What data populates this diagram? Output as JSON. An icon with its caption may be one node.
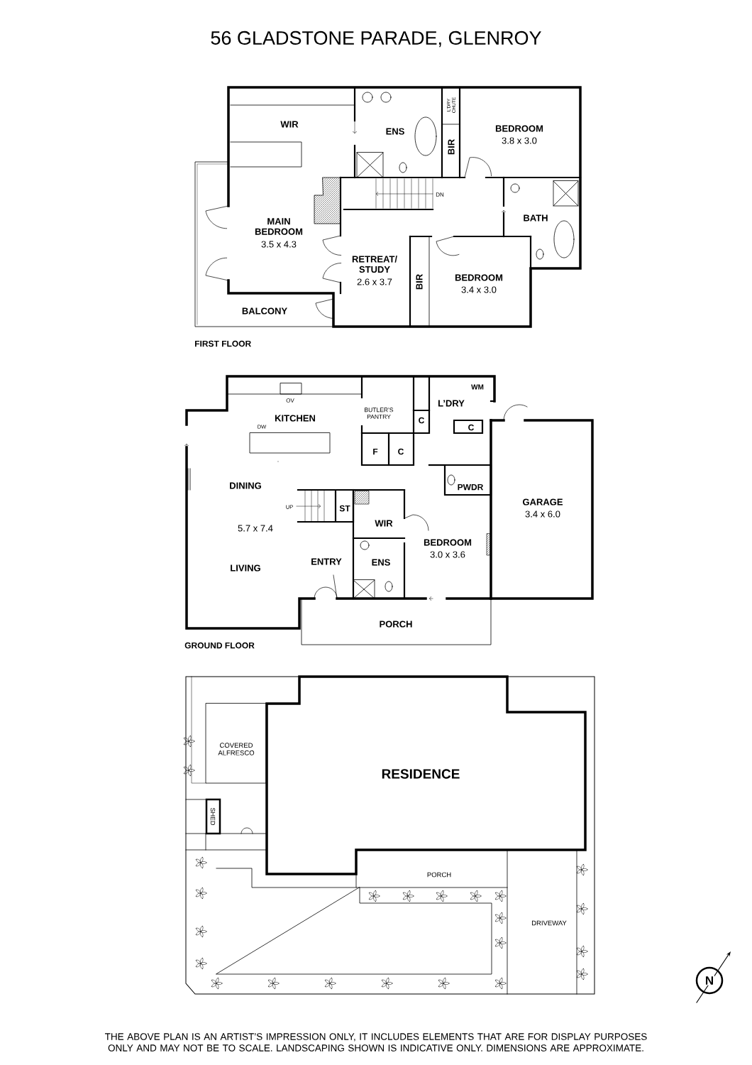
{
  "diagram": {
    "title": "56 GLADSTONE PARADE, GLENROY",
    "caption": "THE ABOVE PLAN IS AN ARTIST’S IMPRESSION ONLY, IT INCLUDES ELEMENTS THAT ARE FOR DISPLAY PURPOSES ONLY AND MAY NOT BE TO SCALE. LANDSCAPING SHOWN IS INDICATIVE ONLY. DIMENSIONS ARE APPROXIMATE.",
    "labels": [
      "WIR",
      "ENS",
      "L’DRY CHUTE",
      "BEDROOM",
      "3.8 x 3.0",
      "BIR",
      "DN",
      "MAIN BEDROOM",
      "3.5 x 4.3",
      "BATH",
      "RETREAT/ STUDY",
      "2.6 x 3.7",
      "BIR",
      "BEDROOM",
      "3.4 x 3.0",
      "BALCONY",
      "FIRST FLOOR",
      "OV",
      "WM",
      "KITCHEN",
      "BUTLER’S PANTRY",
      "L’DRY",
      "C",
      "C",
      "DW",
      "F",
      "C",
      "DINING",
      "UP",
      "ST",
      "PWDR",
      "GARAGE",
      "3.4 x 6.0",
      "WIR",
      "5.7 x 7.4",
      "BEDROOM",
      "3.0 x 3.6",
      "ENTRY",
      "ENS",
      "LIVING",
      "PORCH",
      "GROUND FLOOR",
      "COVERED ALFRESCO",
      "RESIDENCE",
      "SHED",
      "PORCH",
      "DRIVEWAY",
      "N"
    ]
  }
}
